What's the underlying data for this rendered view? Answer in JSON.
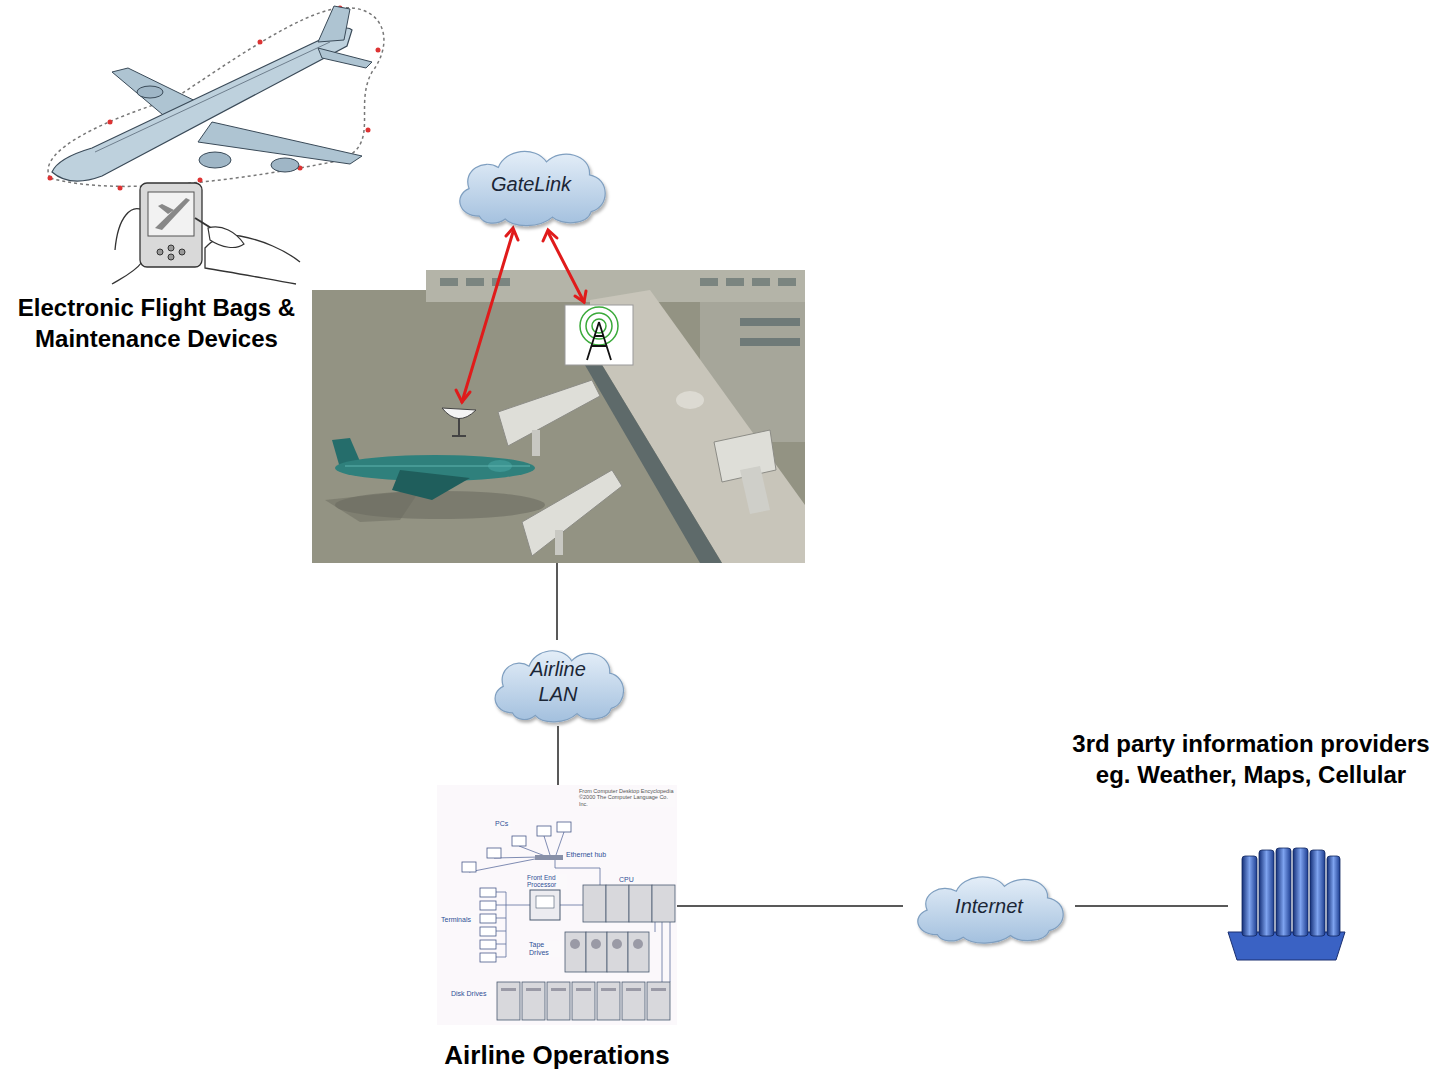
{
  "diagram": {
    "nodes": [
      {
        "text": [
          "Electronic Flight Bags & Maintenance Devices"
        ]
      },
      {
        "text": [
          "GateLink"
        ]
      },
      {
        "text": [
          "Airline LAN"
        ]
      },
      {
        "text": [
          "Airline Operations"
        ]
      },
      {
        "text": [
          "Internet"
        ]
      },
      {
        "text": [
          "3rd party information providers eg. Weather, Maps, Cellular"
        ]
      }
    ],
    "edges": [
      {
        "from": 2,
        "to": 3,
        "arrow": "none"
      },
      {
        "from": 3,
        "to": 4,
        "arrow": "none"
      },
      {
        "from": 4,
        "to": 5,
        "arrow": "none"
      }
    ],
    "labels": [
      "From Computer Desktop Encyclopedia ©2000 The Computer Language Co. Inc.",
      "PCs",
      "Ethernet hub",
      "Front End Processor",
      "CPU",
      "Terminals",
      "Tape Drives",
      "Disk Drives"
    ]
  }
}
